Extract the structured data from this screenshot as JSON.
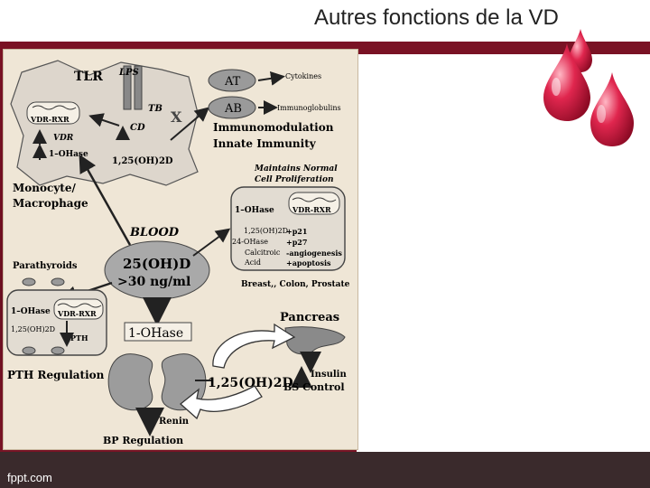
{
  "slide": {
    "title": "Autres fonctions de la VD",
    "footer": "fppt.com"
  },
  "diagram": {
    "tlr": "TLR",
    "lps": "LPS",
    "tb": "TB",
    "vdr_rxr": "VDR-RXR",
    "cd": "CD",
    "vdr": "VDR",
    "one_ohase": "1–OHase",
    "calcitriol_cell": "1,25(OH)2D",
    "at": "AT",
    "ab": "AB",
    "cytokines": "Cytokines",
    "immunoglobulins": "Immunoglobulins",
    "immunomodulation": "Immunomodulation",
    "innate_immunity": "Innate Immunity",
    "monocyte": "Monocyte/",
    "macrophage": "Macrophage",
    "maintains": "Maintains Normal",
    "cell_prolif": "Cell Proliferation",
    "prolif_ohase": "1–OHase",
    "prolif_vdr": "VDR-RXR",
    "prolif_calcitriol": "1,25(OH)2D",
    "p21": "+p21",
    "p27": "+p27",
    "ohase24": "24-OHase",
    "angiogenesis": "-angiogenesis",
    "calcitroic": "Calcitroic",
    "acid": "Acid",
    "apoptosis": "+apoptosis",
    "breast": "Breast,, Colon, Prostate",
    "blood": "BLOOD",
    "blood_level": "25(OH)D",
    "blood_threshold": ">30 ng/ml",
    "parathyroids": "Parathyroids",
    "pt_ohase": "1–OHase",
    "pt_vdr": "VDR-RXR",
    "pt_calcitriol": "1,25(OH)2D",
    "pth": "PTH",
    "pth_regulation": "PTH Regulation",
    "kidney_ohase": "1-OHase",
    "kidney_calcitriol": "1,25(OH)2D",
    "pancreas": "Pancreas",
    "insulin": "Insulin",
    "bs_control": "BS Control",
    "renin": "Renin",
    "bp_regulation": "BP Regulation"
  },
  "colors": {
    "maroon": "#6b0f20",
    "diagram_bg": "#efe6d6",
    "drop": "#c8123a"
  }
}
